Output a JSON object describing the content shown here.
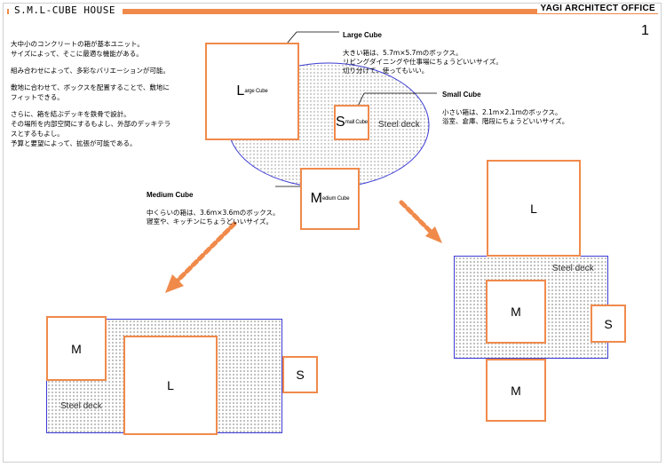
{
  "header": {
    "title": "S.M.L-CUBE HOUSE",
    "office": "YAGI ARCHITECT OFFICE",
    "page_number": "1"
  },
  "intro": {
    "paragraphs": [
      "大中小のコンクリートの箱が基本ユニット。\nサイズによって、そこに最適な機能がある。",
      "組み合わせによって、多彩なバリエーションが可能。",
      "敷地に合わせて、ボックスを配置することで、敷地に\nフィットできる。",
      "さらに、箱を結ぶデッキを鉄骨で設計。\nその場所を内部空間にするもよし、外部のデッキテラ\nスとするもよし。\n予算と要望によって、拡張が可能である。"
    ]
  },
  "callouts": {
    "large": {
      "title": "Large Cube",
      "text": "大きい箱は、5.7m×5.7mのボックス。\nリビングダイニングや仕事場にちょうどいいサイズ。\n切り分けて、使ってもいい。"
    },
    "small": {
      "title": "Small Cube",
      "text": "小さい箱は、2.1m×2.1mのボックス。\n浴室、倉庫、階段にちょうどいいサイズ。"
    },
    "medium": {
      "title": "Medium Cube",
      "text": "中くらいの箱は、3.6m×3.6mのボックス。\n寝室や、キッチンにちょうどいいサイズ。"
    }
  },
  "cube_labels": {
    "large_letter": "L",
    "large_sub": "arge Cube",
    "small_letter": "S",
    "small_sub": "mall Cube",
    "medium_letter": "M",
    "medium_sub": "edium Cube"
  },
  "deck_label": "Steel deck",
  "layout_left": {
    "m": "M",
    "l": "L",
    "s": "S",
    "deck": "Steel deck"
  },
  "layout_right": {
    "l": "L",
    "m1": "M",
    "s": "S",
    "m2": "M",
    "deck": "Steel deck"
  },
  "colors": {
    "cube_border": "#f08a4b",
    "deck_border": "#3b3bd4",
    "arrow": "#f08a4b",
    "header_bar": "#f08a4b"
  }
}
